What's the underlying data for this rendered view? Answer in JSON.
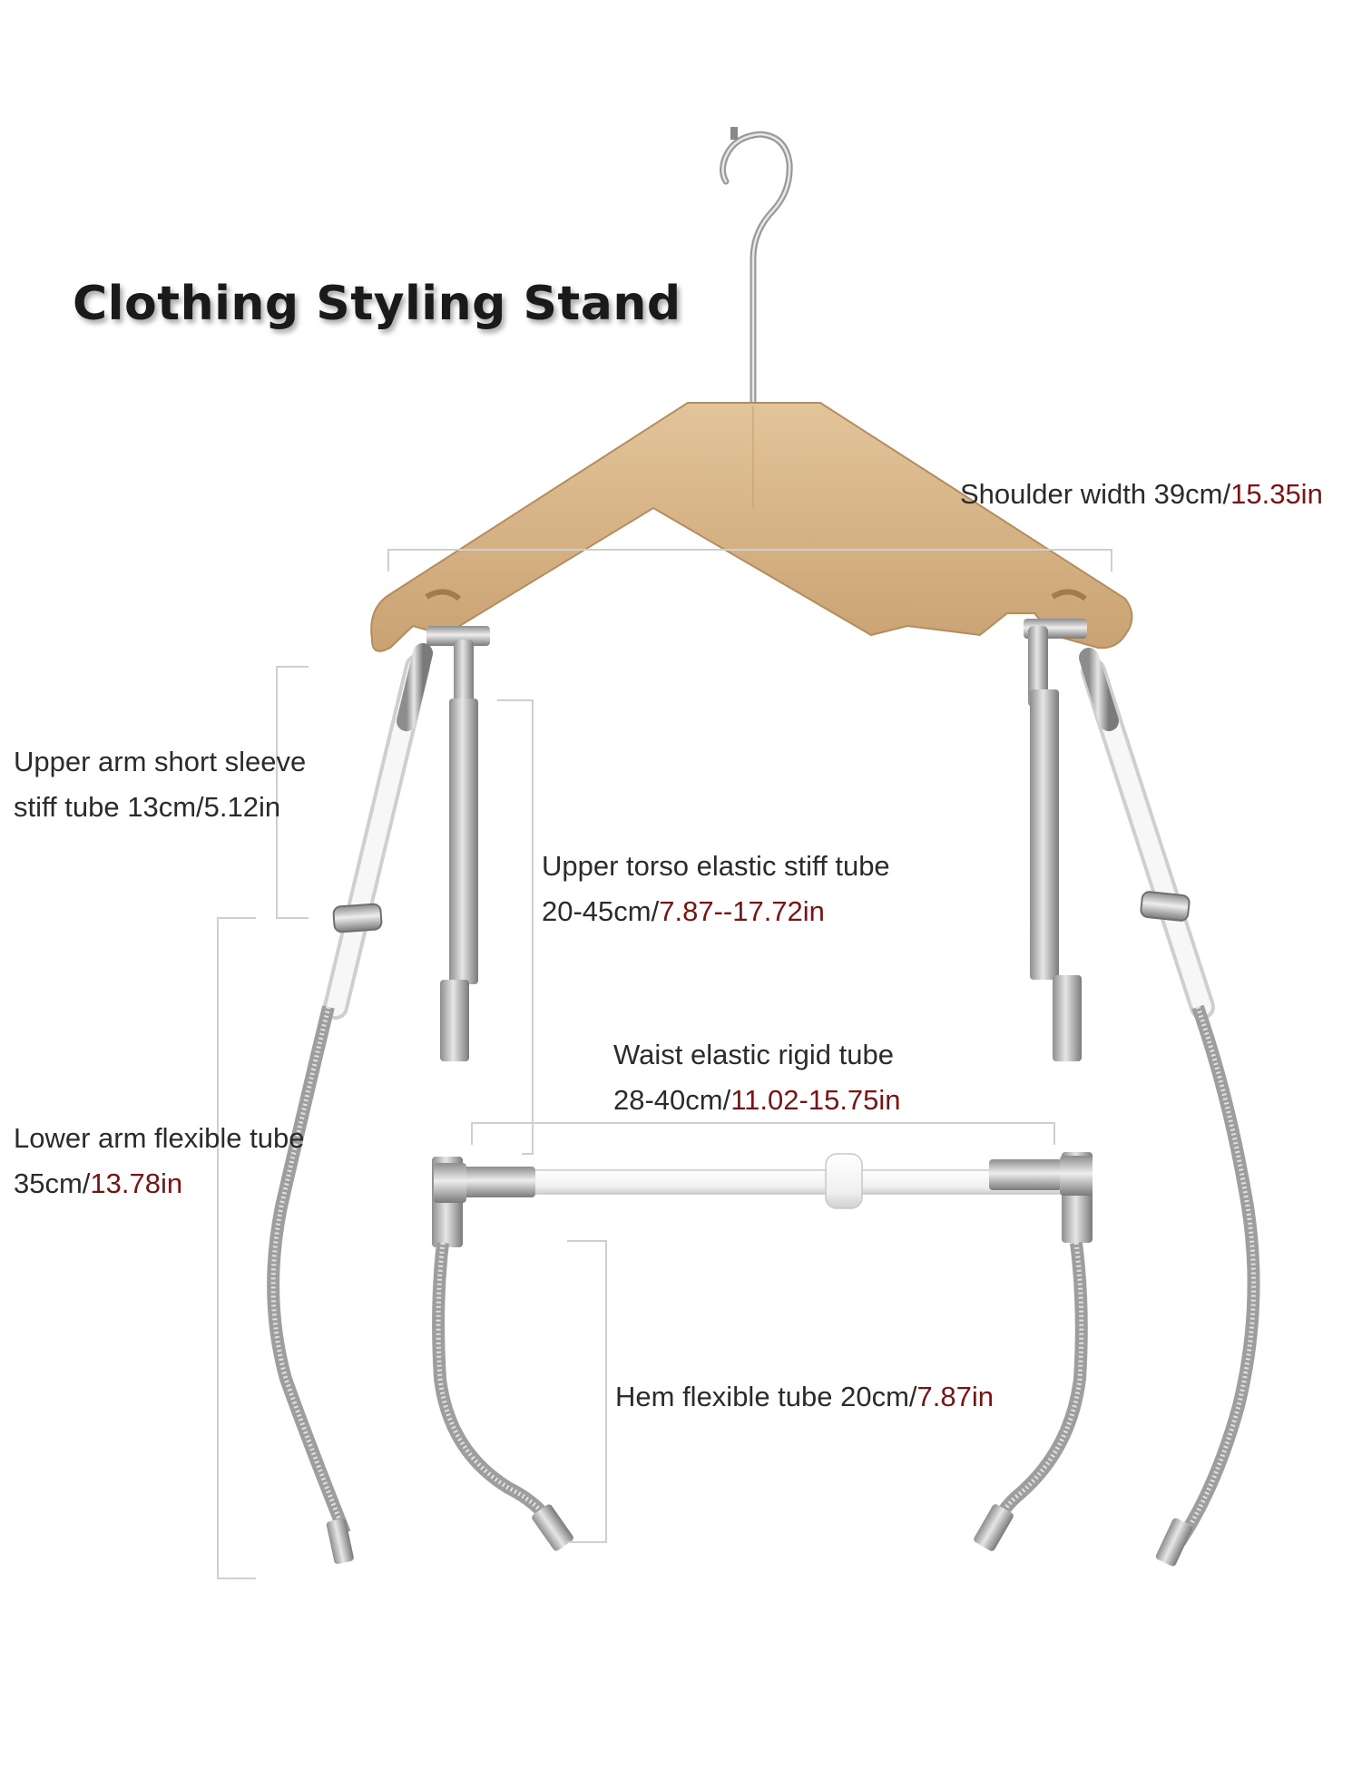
{
  "title": "Clothing Styling Stand",
  "colors": {
    "text": "#2b2b2b",
    "imperial_highlight": "#7a1414",
    "wood": "#d9b88a",
    "metal": "#b5b5b5",
    "white_tube": "#f4f4f4"
  },
  "labels": {
    "shoulder": {
      "line1_prefix": "Shoulder width 39cm/",
      "line1_value": "15.35in"
    },
    "upper_arm": {
      "line1": "Upper arm short sleeve",
      "line2": "stiff tube 13cm/5.12in"
    },
    "upper_torso": {
      "line1": "Upper torso elastic stiff tube",
      "line2_prefix": "20-45cm/",
      "line2_value": "7.87--17.72in"
    },
    "waist": {
      "line1": "Waist elastic rigid tube",
      "line2_prefix": "28-40cm/",
      "line2_value": "11.02-15.75in"
    },
    "lower_arm": {
      "line1": "Lower arm flexible tube",
      "line2_prefix": "35cm/",
      "line2_value": "13.78in"
    },
    "hem": {
      "line1_prefix": "Hem flexible tube 20cm/",
      "line1_value": "7.87in"
    }
  }
}
